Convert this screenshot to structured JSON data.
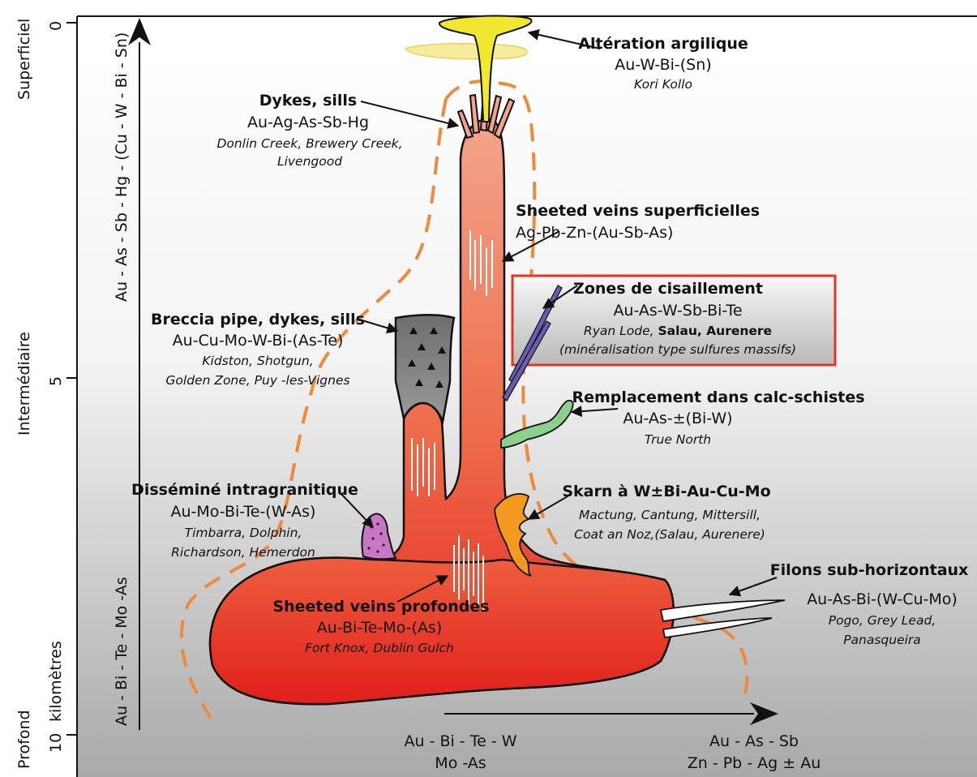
{
  "axes": {
    "y_ticks": [
      "0",
      "5",
      "10"
    ],
    "y_unit": "kilomètres",
    "depth_levels": [
      "Superficiel",
      "Intermédiaire",
      "Profond"
    ],
    "left_arrow_top": "Au - As - Sb - Hg - (Cu - W - Bi - Sn)",
    "left_arrow_bottom": "Au - Bi - Te - Mo -As",
    "bottom_left_line1": "Au - Bi - Te - W",
    "bottom_left_line2": "Mo -As",
    "bottom_right_line1": "Au - As - Sb",
    "bottom_right_line2": "Zn - Pb - Ag ± Au"
  },
  "labels": {
    "alteration": {
      "title": "Altération argilique",
      "elements": "Au-W-Bi-(Sn)",
      "deposits": "Kori Kollo"
    },
    "dykes": {
      "title": "Dykes, sills",
      "elements": "Au-Ag-As-Sb-Hg",
      "deposits1": "Donlin Creek, Brewery Creek,",
      "deposits2": "Livengood"
    },
    "sheeted_sup": {
      "title": "Sheeted veins superficielles",
      "elements": "Ag-Pb-Zn-(Au-Sb-As)"
    },
    "zones": {
      "title": "Zones de cisaillement",
      "elements": "Au-As-W-Sb-Bi-Te",
      "deposits_a": "Ryan Lode, ",
      "deposits_b": "Salau, Aurenere",
      "note": "(minéralisation type sulfures massifs)"
    },
    "breccia": {
      "title": "Breccia pipe, dykes, sills",
      "elements": "Au-Cu-Mo-W-Bi-(As-Te)",
      "deposits1": "Kidston, Shotgun,",
      "deposits2": "Golden Zone, Puy -les-Vignes"
    },
    "remplacement": {
      "title": "Remplacement dans calc-schistes",
      "elements": "Au-As-±(Bi-W)",
      "deposits": "True North"
    },
    "skarn": {
      "title": "Skarn à W±Bi-Au-Cu-Mo",
      "deposits1": "Mactung, Cantung, Mittersill,",
      "deposits2": "Coat an Noz,(Salau, Aurenere)"
    },
    "dissemine": {
      "title": "Disséminé intragranitique",
      "elements": "Au-Mo-Bi-Te-(W-As)",
      "deposits1": "Timbarra, Dolphin,",
      "deposits2": "Richardson, Hemerdon"
    },
    "filons": {
      "title": "Filons sub-horizontaux",
      "elements": "Au-As-Bi-(W-Cu-Mo)",
      "deposits1": "Pogo, Grey Lead,",
      "deposits2": "Panasqueira"
    },
    "sheeted_prof": {
      "title": "Sheeted veins profondes",
      "elements": "Au-Bi-Te-Mo-(As)",
      "deposits": "Fort Knox, Dublin Gulch"
    }
  },
  "colors": {
    "intrusion": "#e8452b",
    "stock_upper": "#f0967b",
    "breccia": "#7f7f7f",
    "alteration": "#f2e830",
    "alteration_pale": "#f5ec9c",
    "shear_veins": "#6a5cb0",
    "calc_schist": "#8dcf8c",
    "skarn": "#f39a1e",
    "dissemine": "#c976c4",
    "halo": "#ee8a3b",
    "highlight_box": "#e1352a"
  }
}
